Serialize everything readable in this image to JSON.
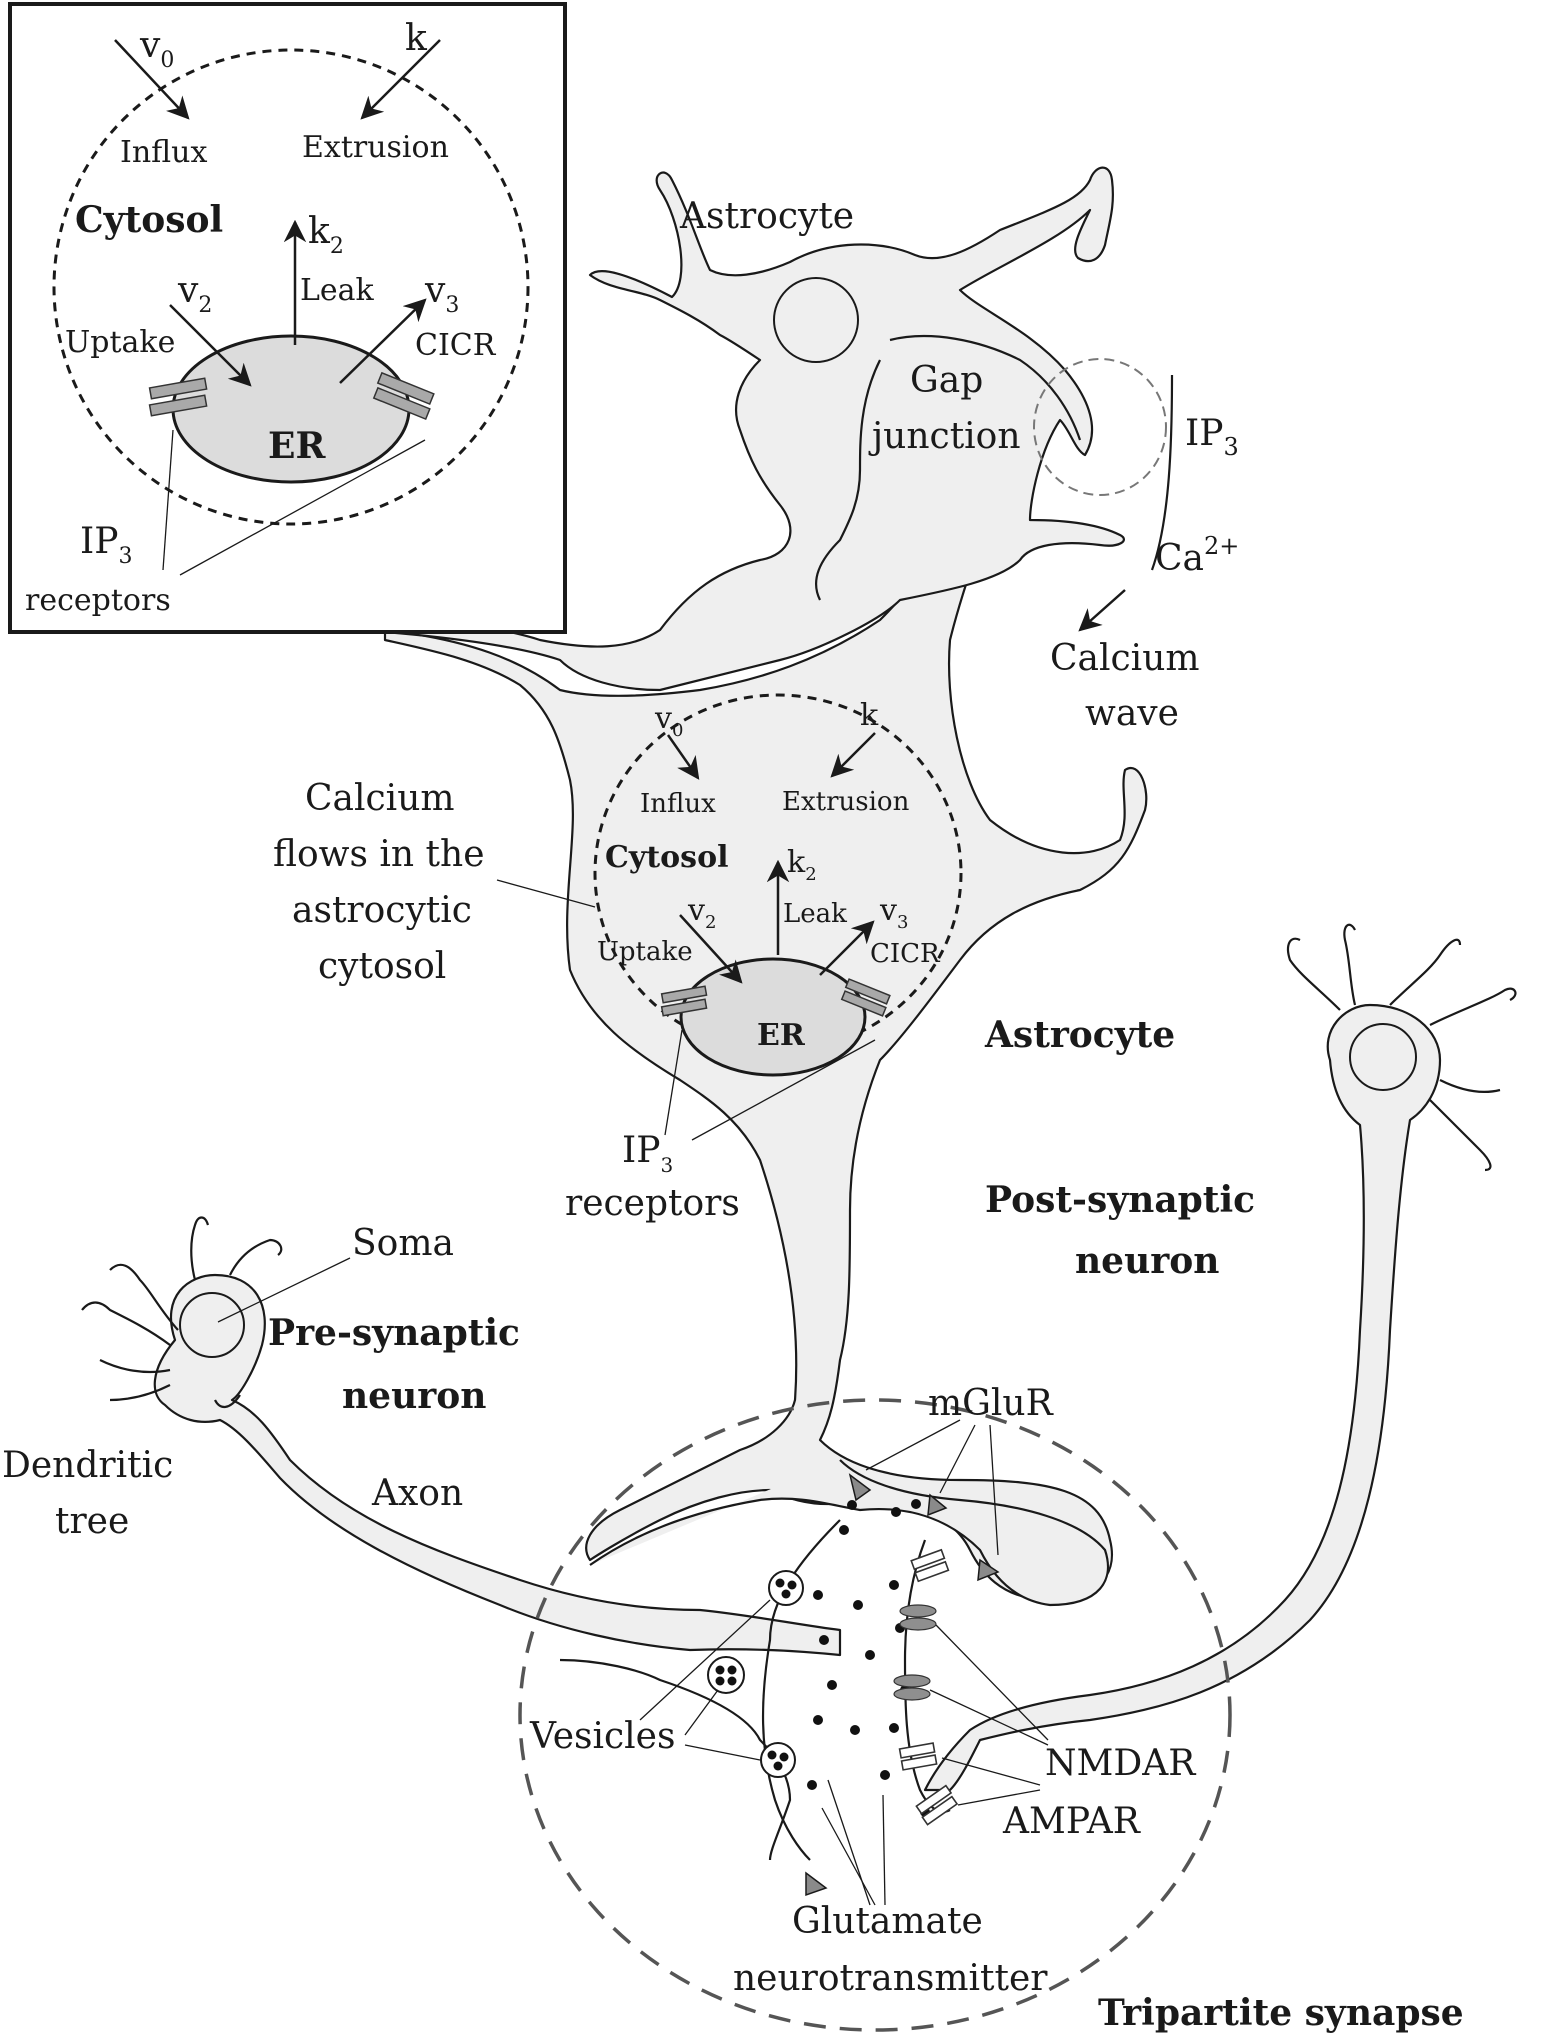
{
  "inset": {
    "v0": "v",
    "v0_sub": "0",
    "k": "k",
    "influx": "Influx",
    "extrusion": "Extrusion",
    "cytosol": "Cytosol",
    "k2": "k",
    "k2_sub": "2",
    "leak": "Leak",
    "v2": "v",
    "v2_sub": "2",
    "uptake": "Uptake",
    "v3": "v",
    "v3_sub": "3",
    "cicr": "CICR",
    "er": "ER",
    "ip3": "IP",
    "ip3_sub": "3",
    "receptors": "receptors"
  },
  "top_astrocyte": {
    "label": "Astrocyte",
    "gap": "Gap",
    "junction": "junction",
    "ip3": "IP",
    "ip3_sub": "3",
    "ca": "Ca",
    "ca_sup": "2+",
    "calcium": "Calcium",
    "wave": "wave"
  },
  "center": {
    "v0": "v",
    "v0_sub": "0",
    "k": "k",
    "influx": "Influx",
    "extrusion": "Extrusion",
    "cytosol": "Cytosol",
    "k2": "k",
    "k2_sub": "2",
    "leak": "Leak",
    "v2": "v",
    "v2_sub": "2",
    "uptake": "Uptake",
    "v3": "v",
    "v3_sub": "3",
    "cicr": "CICR",
    "er": "ER",
    "ip3": "IP",
    "ip3_sub": "3",
    "receptors": "receptors",
    "flows_line1": "Calcium",
    "flows_line2": "flows in the",
    "flows_line3": "astrocytic",
    "flows_line4": "cytosol",
    "astrocyte": "Astrocyte"
  },
  "presynaptic": {
    "soma": "Soma",
    "title1": "Pre-synaptic",
    "title2": "neuron",
    "dendritic1": "Dendritic",
    "dendritic2": "tree",
    "axon": "Axon"
  },
  "postsynaptic": {
    "title1": "Post-synaptic",
    "title2": "neuron"
  },
  "synapse": {
    "mglur": "mGluR",
    "vesicles": "Vesicles",
    "nmdar": "NMDAR",
    "ampar": "AMPAR",
    "glutamate1": "Glutamate",
    "glutamate2": "neurotransmitter",
    "tripartite": "Tripartite synapse"
  },
  "colors": {
    "cell_fill": "#efefef",
    "er_fill": "#dcdcdc",
    "receptor_fill": "#a9a9a9",
    "outline": "#1a1a1a"
  }
}
